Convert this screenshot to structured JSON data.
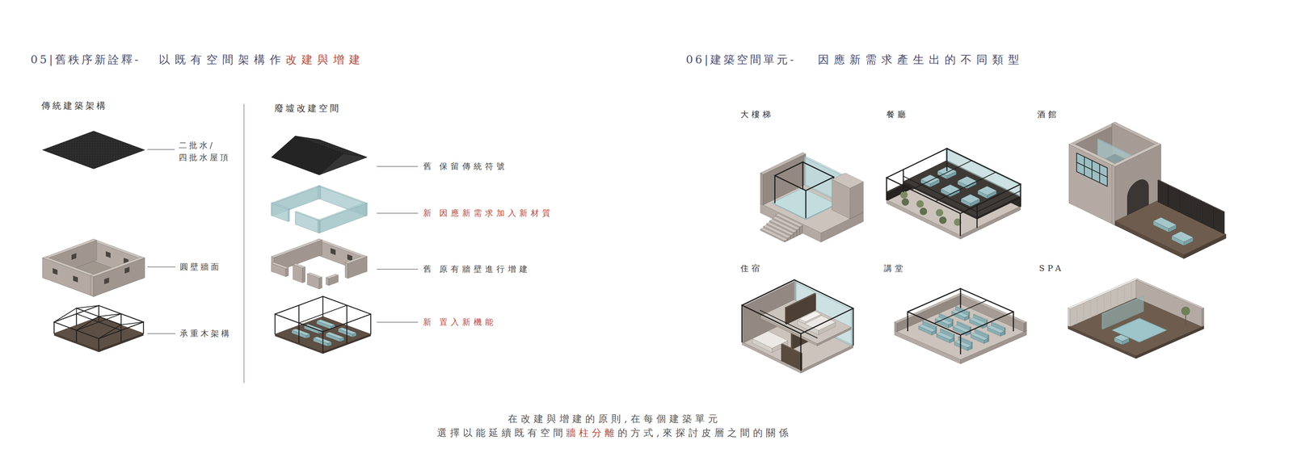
{
  "diagram": {
    "labels": [
      "05|舊秩序新詮釋-",
      "以既有空間架構作",
      "改建與增建",
      "06|建築空間單元-",
      "因應新需求產生出的不同類型",
      "傳統建築架構",
      "二批水/ 四批水屋頂",
      "圓壁牆面",
      "承重木架構",
      "廢墟改建空間",
      "舊",
      "保留傳統符號",
      "新",
      "因應新需求加入新材質",
      "舊",
      "原有牆壁進行增建",
      "新",
      "置入新機能",
      "大樓梯",
      "餐廳",
      "酒館",
      "住宿",
      "講堂",
      "SPA",
      "在改建與增建的原則,在每個建築單元",
      "選擇以能延續既有空間",
      "牆柱分離",
      "的方式,來探討皮層之間的關係"
    ]
  }
}
